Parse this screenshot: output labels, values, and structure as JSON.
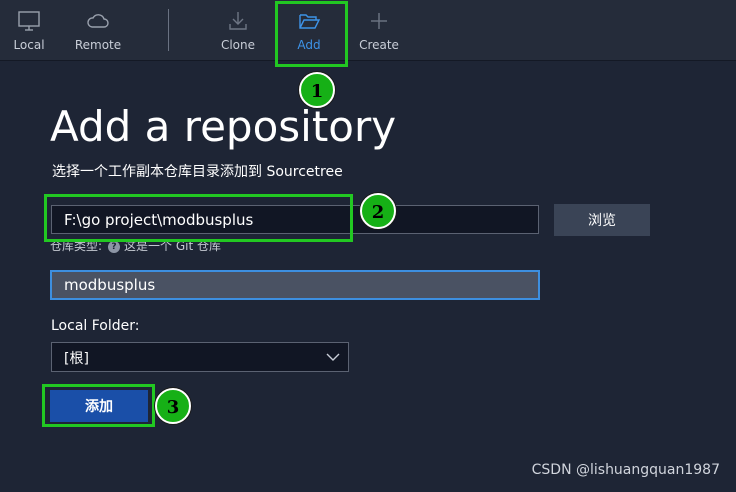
{
  "toolbar": {
    "items": [
      {
        "label": "Local",
        "icon": "monitor-icon"
      },
      {
        "label": "Remote",
        "icon": "cloud-icon"
      },
      {
        "label": "Clone",
        "icon": "download-icon"
      },
      {
        "label": "Add",
        "icon": "folder-open-icon"
      },
      {
        "label": "Create",
        "icon": "plus-icon"
      }
    ],
    "active": "Add"
  },
  "page": {
    "title": "Add a repository",
    "subtitle": "选择一个工作副本仓库目录添加到 Sourcetree"
  },
  "form": {
    "path_value": "F:\\go project\\modbusplus",
    "browse_label": "浏览",
    "repo_type_label": "仓库类型:",
    "repo_type_value": "这是一个 Git 仓库",
    "name_value": "modbusplus",
    "folder_label": "Local Folder:",
    "folder_value": "[根]",
    "add_label": "添加"
  },
  "annotations": {
    "badges": [
      "1",
      "2",
      "3"
    ],
    "highlight_color": "#22c822"
  },
  "watermark": "CSDN @lishuangquan1987",
  "colors": {
    "accent": "#3d93e8",
    "background": "#1e2535",
    "primary_button": "#1a4fa8"
  }
}
